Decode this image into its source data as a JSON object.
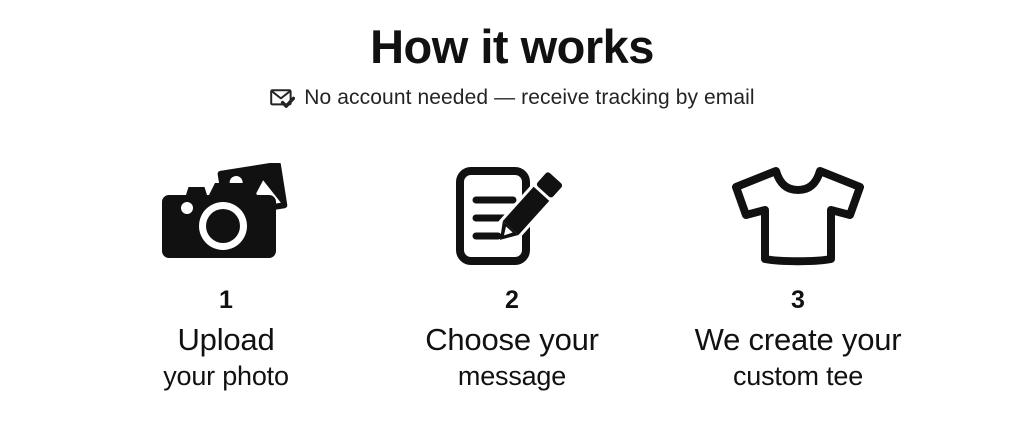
{
  "header": {
    "title": "How it works",
    "subtitle": "No account needed — receive tracking by email",
    "subtitle_icon": "envelope-check-icon"
  },
  "colors": {
    "background": "#ffffff",
    "text_primary": "#111111",
    "text_secondary": "#242424",
    "icon": "#111111"
  },
  "steps": [
    {
      "number": "1",
      "line1": "Upload",
      "line2": "your photo",
      "icon": "camera-photo-icon"
    },
    {
      "number": "2",
      "line1": "Choose your",
      "line2": "message",
      "icon": "document-pencil-icon"
    },
    {
      "number": "3",
      "line1": "We create your",
      "line2": "custom tee",
      "icon": "tshirt-icon"
    }
  ]
}
